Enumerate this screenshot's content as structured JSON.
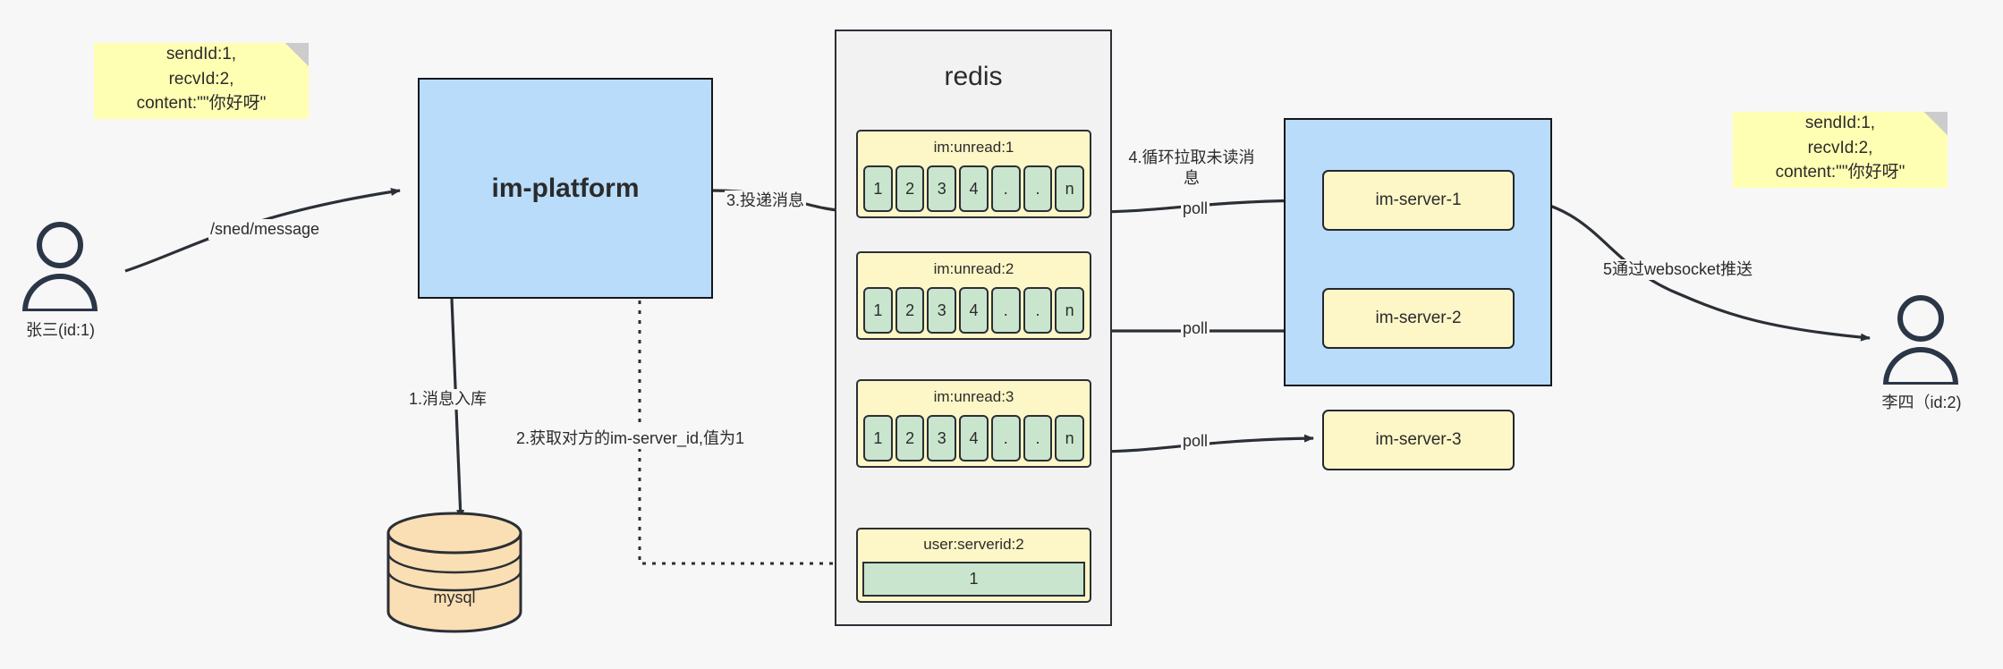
{
  "diagram": {
    "title": "IM message delivery architecture",
    "background": "#f7f7f7",
    "colors": {
      "note": "#ffffb3",
      "blue": "#b9dcfb",
      "yellow": "#fdf6c6",
      "green": "#c9e5ce",
      "stroke": "#2b2f36",
      "container": "#f2f2f2"
    }
  },
  "notes": {
    "left": "sendId:1,\nrecvId:2,\ncontent:\"\"你好呀\"",
    "right": "sendId:1,\nrecvId:2,\ncontent:\"\"你好呀\""
  },
  "actors": {
    "sender": {
      "caption": "张三(id:1)"
    },
    "receiver": {
      "caption": "李四（id:2)"
    }
  },
  "platform": {
    "label": "im-platform"
  },
  "datastore": {
    "label": "mysql"
  },
  "redis": {
    "title": "redis",
    "queues": [
      {
        "key": "im:unread:1",
        "cells": [
          "1",
          "2",
          "3",
          "4",
          ".",
          ".",
          "n"
        ]
      },
      {
        "key": "im:unread:2",
        "cells": [
          "1",
          "2",
          "3",
          "4",
          ".",
          ".",
          "n"
        ]
      },
      {
        "key": "im:unread:3",
        "cells": [
          "1",
          "2",
          "3",
          "4",
          ".",
          ".",
          "n"
        ]
      }
    ],
    "kv": {
      "key": "user:serverid:2",
      "value": "1"
    }
  },
  "servers": {
    "items": [
      {
        "label": "im-server-1"
      },
      {
        "label": "im-server-2"
      },
      {
        "label": "im-server-3"
      }
    ]
  },
  "edges": {
    "send_message": "/sned/message",
    "step1": "1.消息入库",
    "step2": "2.获取对方的im-server_id,值为1",
    "step3": "3.投递消息",
    "step4": "4.循环拉取未读消\n息",
    "step5": "5通过websocket推送",
    "poll1": "poll",
    "poll2": "poll",
    "poll3": "poll"
  }
}
